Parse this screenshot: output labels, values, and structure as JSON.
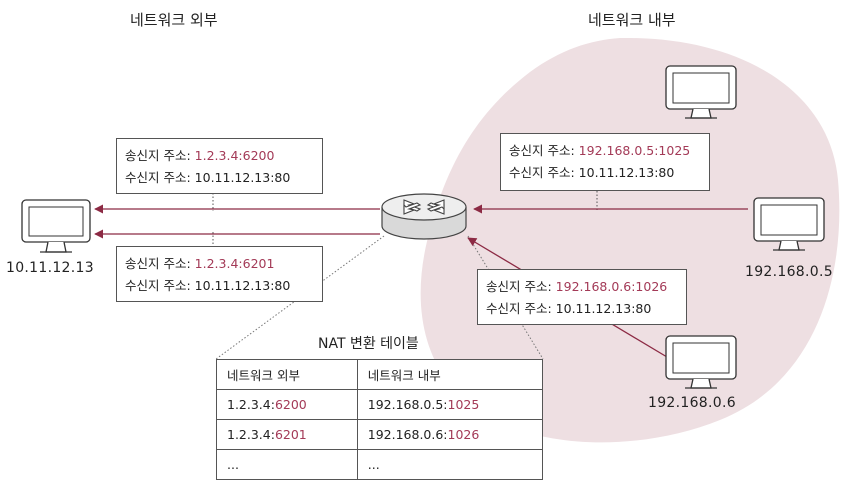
{
  "labels": {
    "outside_title": "네트워크 외부",
    "inside_title": "네트워크 내부",
    "nat_table_title": "NAT 변환 테이블"
  },
  "hosts": {
    "external_ip": "10.11.12.13",
    "internal_ip_1": "192.168.0.5",
    "internal_ip_2": "192.168.0.6"
  },
  "packets": {
    "outside_top": {
      "src_label": "송신지 주소:",
      "src_value": "1.2.3.4:6200",
      "dst_label": "수신지 주소:",
      "dst_value": "10.11.12.13:80"
    },
    "outside_bottom": {
      "src_label": "송신지 주소:",
      "src_value": "1.2.3.4:6201",
      "dst_label": "수신지 주소:",
      "dst_value": "10.11.12.13:80"
    },
    "inside_top": {
      "src_label": "송신지 주소:",
      "src_value": "192.168.0.5:1025",
      "dst_label": "수신지 주소:",
      "dst_value": "10.11.12.13:80"
    },
    "inside_bottom": {
      "src_label": "송신지 주소:",
      "src_value": "192.168.0.6:1026",
      "dst_label": "수신지 주소:",
      "dst_value": "10.11.12.13:80"
    }
  },
  "nat_table": {
    "headers": [
      "네트워크 외부",
      "네트워크 내부"
    ],
    "rows": [
      {
        "outside_ip": "1.2.3.4:",
        "outside_port": "6200",
        "inside_ip": "192.168.0.5:",
        "inside_port": "1025"
      },
      {
        "outside_ip": "1.2.3.4:",
        "outside_port": "6201",
        "inside_ip": "192.168.0.6:",
        "inside_port": "1026"
      },
      {
        "outside": "...",
        "inside": "..."
      }
    ]
  },
  "colors": {
    "accent": "#a33a57",
    "arrow": "#8c2a44",
    "inside_region": "#eedfe2",
    "line": "#555555"
  },
  "icons": [
    "monitor-icon",
    "router-icon"
  ]
}
